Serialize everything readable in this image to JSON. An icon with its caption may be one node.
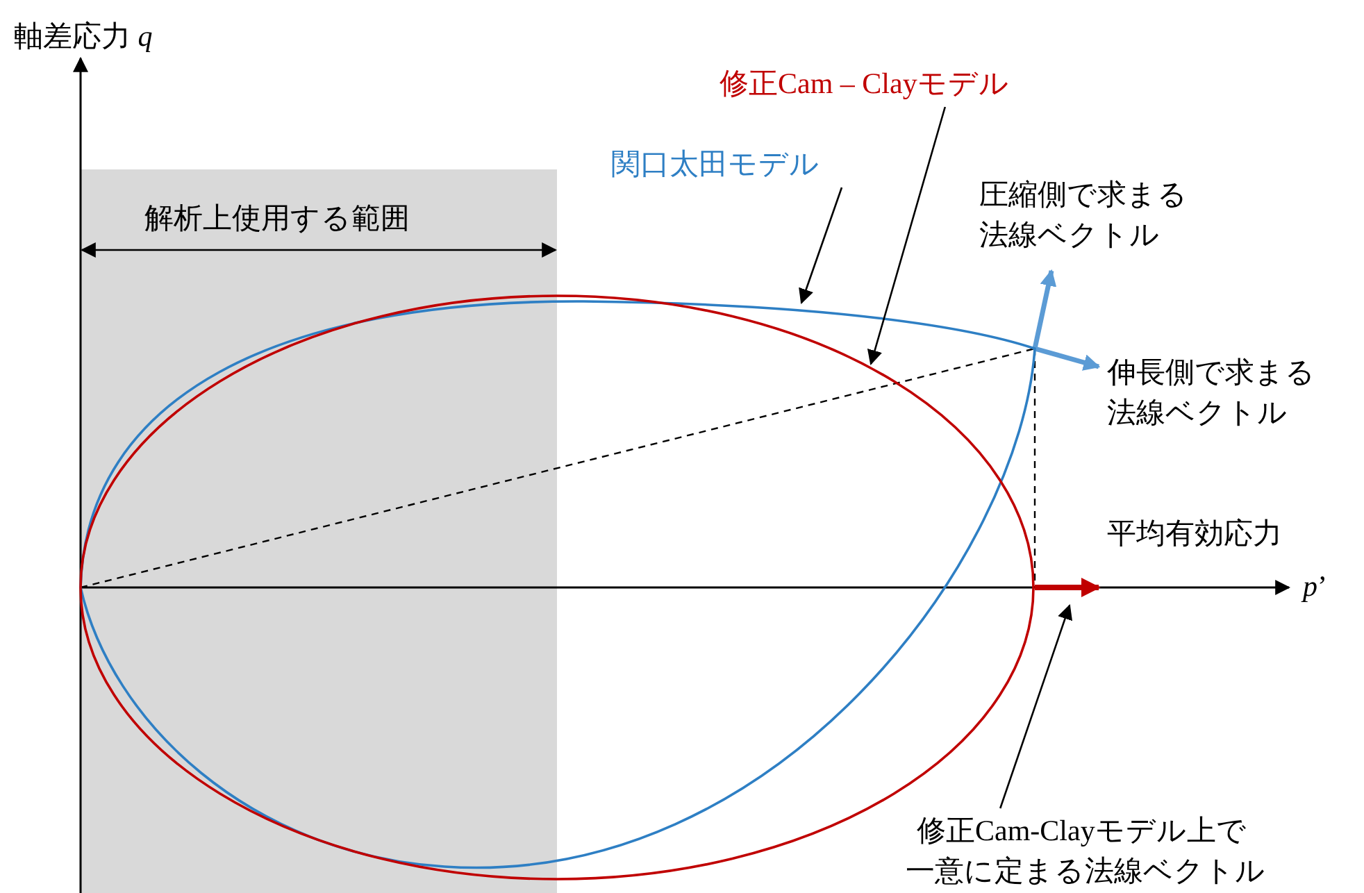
{
  "diagram": {
    "nodes": [
      {
        "text": [
          "関口太田モデル"
        ]
      },
      {
        "text": [],
        "shape": "curve"
      },
      {
        "text": [
          "修正Cam – Clayモデル"
        ]
      },
      {
        "text": [],
        "shape": "ellipse"
      },
      {
        "text": [
          "修正Cam-Clayモデル上で一意に定まる法線ベクトル"
        ]
      },
      {
        "text": [],
        "shape": "arrow"
      }
    ],
    "edges": [
      {
        "from": 0,
        "to": 1,
        "arrow": "to"
      },
      {
        "from": 2,
        "to": 3,
        "arrow": "to"
      },
      {
        "from": 4,
        "to": 5,
        "arrow": "to"
      }
    ],
    "labels": [
      "軸差応力 *q*",
      "解析上使用する範囲",
      "圧縮側で求まる法線ベクトル",
      "伸長側で求まる法線ベクトル",
      "平均有効応力",
      "*p*’"
    ]
  }
}
